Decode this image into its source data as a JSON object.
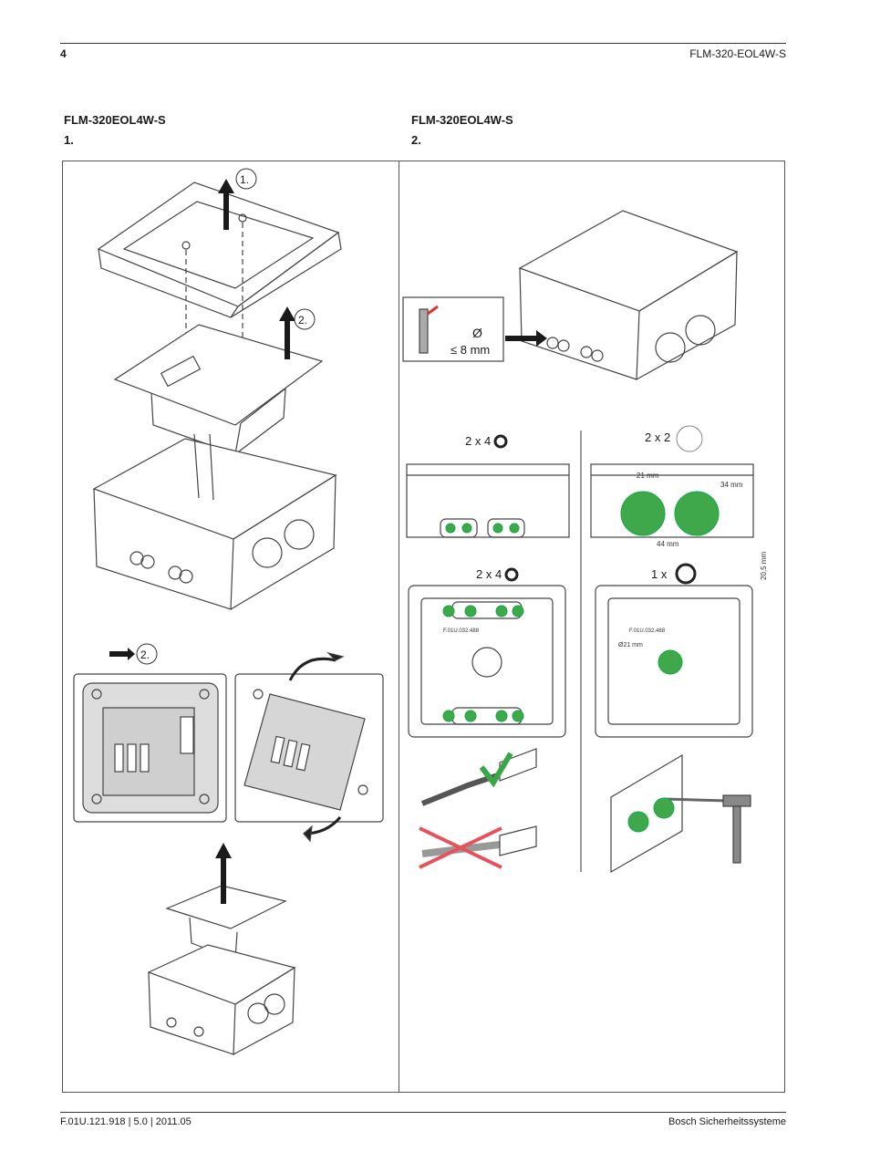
{
  "header": {
    "page_number": "4",
    "doc_title": "FLM-320-EOL4W-S"
  },
  "left": {
    "title": "FLM-320EOL4W-S",
    "step": "1."
  },
  "right": {
    "title": "FLM-320EOL4W-S",
    "step": "2."
  },
  "callouts": {
    "step1": "1.",
    "step2": "2.",
    "step2b": "2."
  },
  "cable": {
    "diameter": "Ø",
    "max": "≤ 8 mm"
  },
  "knockouts": {
    "a": "2 x 4",
    "b": "2 x 2",
    "c": "2 x 4",
    "d": "1 x",
    "dim_21": "21 mm",
    "dim_34": "34 mm",
    "dim_44": "44 mm",
    "dim_20": "20,5 mm",
    "dia_21": "Ø21 mm",
    "base_label": "F.01U.032.488"
  },
  "colors": {
    "knockout_green": "#3ea84b",
    "cross_red": "#e8505b",
    "check_green": "#3aa64a"
  },
  "footer": {
    "doc_id": "F.01U.121.918 | 5.0 | 2011.05",
    "company": "Bosch Sicherheitssysteme"
  }
}
